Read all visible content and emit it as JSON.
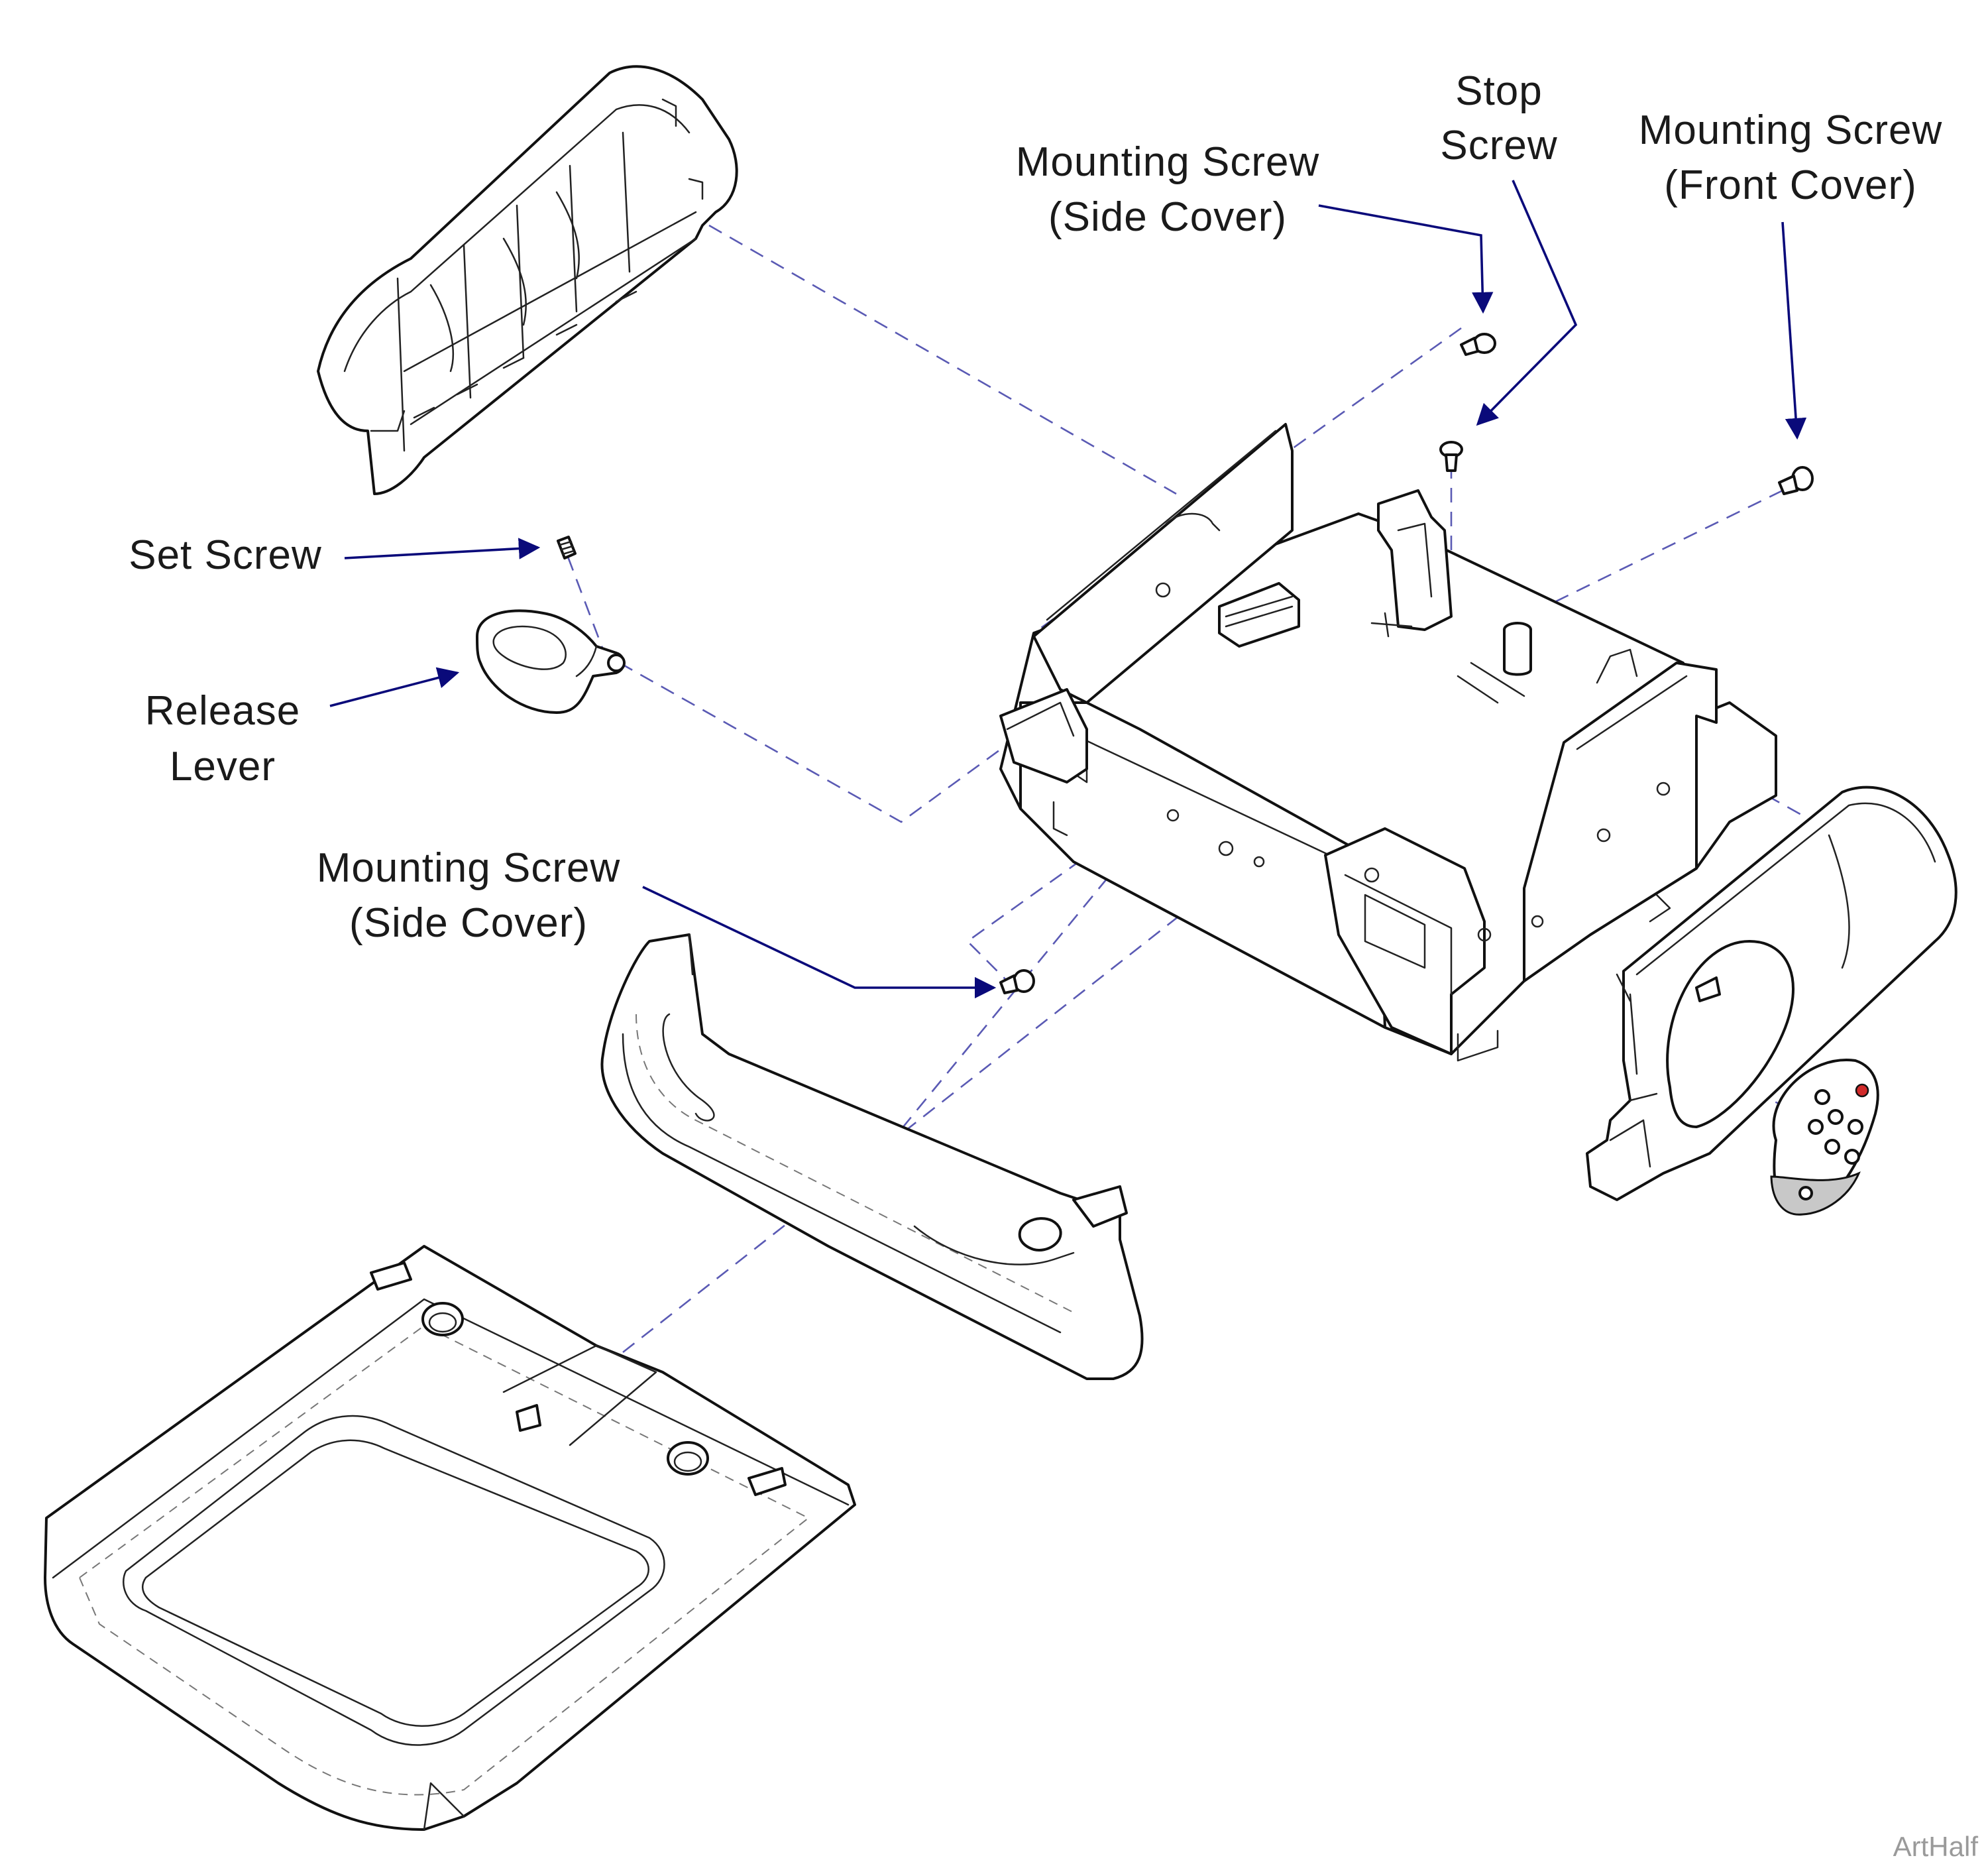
{
  "colors": {
    "leader": "#0a0a7a",
    "dashed": "#5a5ab4",
    "outline": "#111111",
    "accent_red": "#d12a2a",
    "keypad_gray": "#c8c8c8"
  },
  "labels": {
    "mount_side_top_1": "Mounting Screw",
    "mount_side_top_2": "(Side Cover)",
    "stop_1": "Stop",
    "stop_2": "Screw",
    "mount_front_1": "Mounting Screw",
    "mount_front_2": "(Front Cover)",
    "set_screw": "Set Screw",
    "release_1": "Release",
    "release_2": "Lever",
    "mount_side_bot_1": "Mounting Screw",
    "mount_side_bot_2": "(Side Cover)"
  },
  "watermark": "ArtHalf"
}
